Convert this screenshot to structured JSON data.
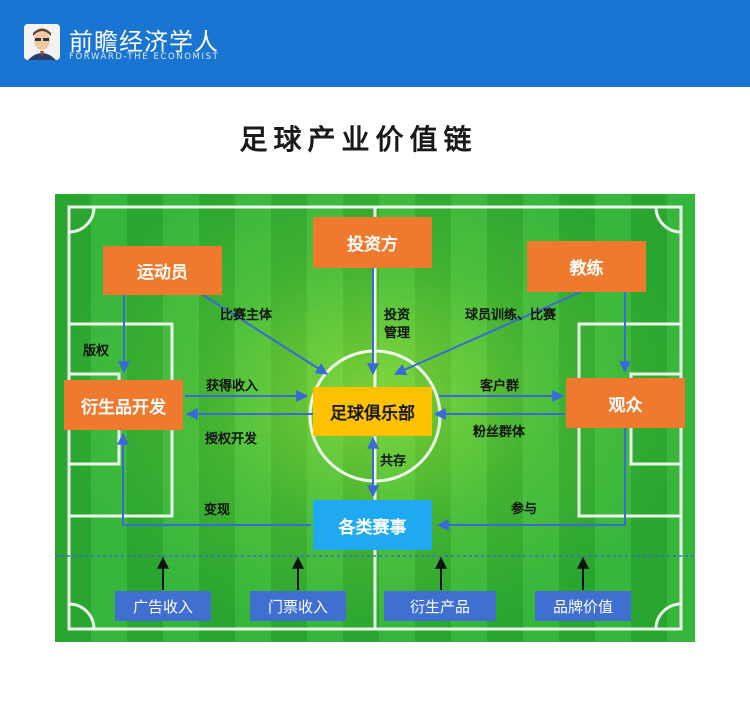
{
  "brand": {
    "name_cn": "前瞻经济学人",
    "name_en": "FORWARD-THE ECONOMIST",
    "logo_icon": "economist-avatar-icon"
  },
  "title": "足球产业价值链",
  "colors": {
    "header": "#1a75d2",
    "orange": "#ef7a2e",
    "yellow": "#ffc100",
    "cyan": "#1ea9f1",
    "blue": "#3f6fd0",
    "arrow": "#3a6ad6",
    "grass_dark": "#2aa630",
    "grass_light": "#37b63c"
  },
  "nodes": {
    "investor": "投资方",
    "athlete": "运动员",
    "coach": "教练",
    "derivatives": "衍生品开发",
    "audience": "观众",
    "club": "足球俱乐部",
    "events": "各类赛事"
  },
  "edge_labels": {
    "athlete_club": "比赛主体",
    "investor_club_1": "投资",
    "investor_club_2": "管理",
    "coach_club": "球员训练、比赛",
    "copyright": "版权",
    "income": "获得收入",
    "licensing": "授权开发",
    "customers": "客户群",
    "fans": "粉丝群体",
    "coexist": "共存",
    "monetize": "变现",
    "participate": "参与"
  },
  "revenue": [
    "广告收入",
    "门票收入",
    "衍生产品",
    "品牌价值"
  ]
}
